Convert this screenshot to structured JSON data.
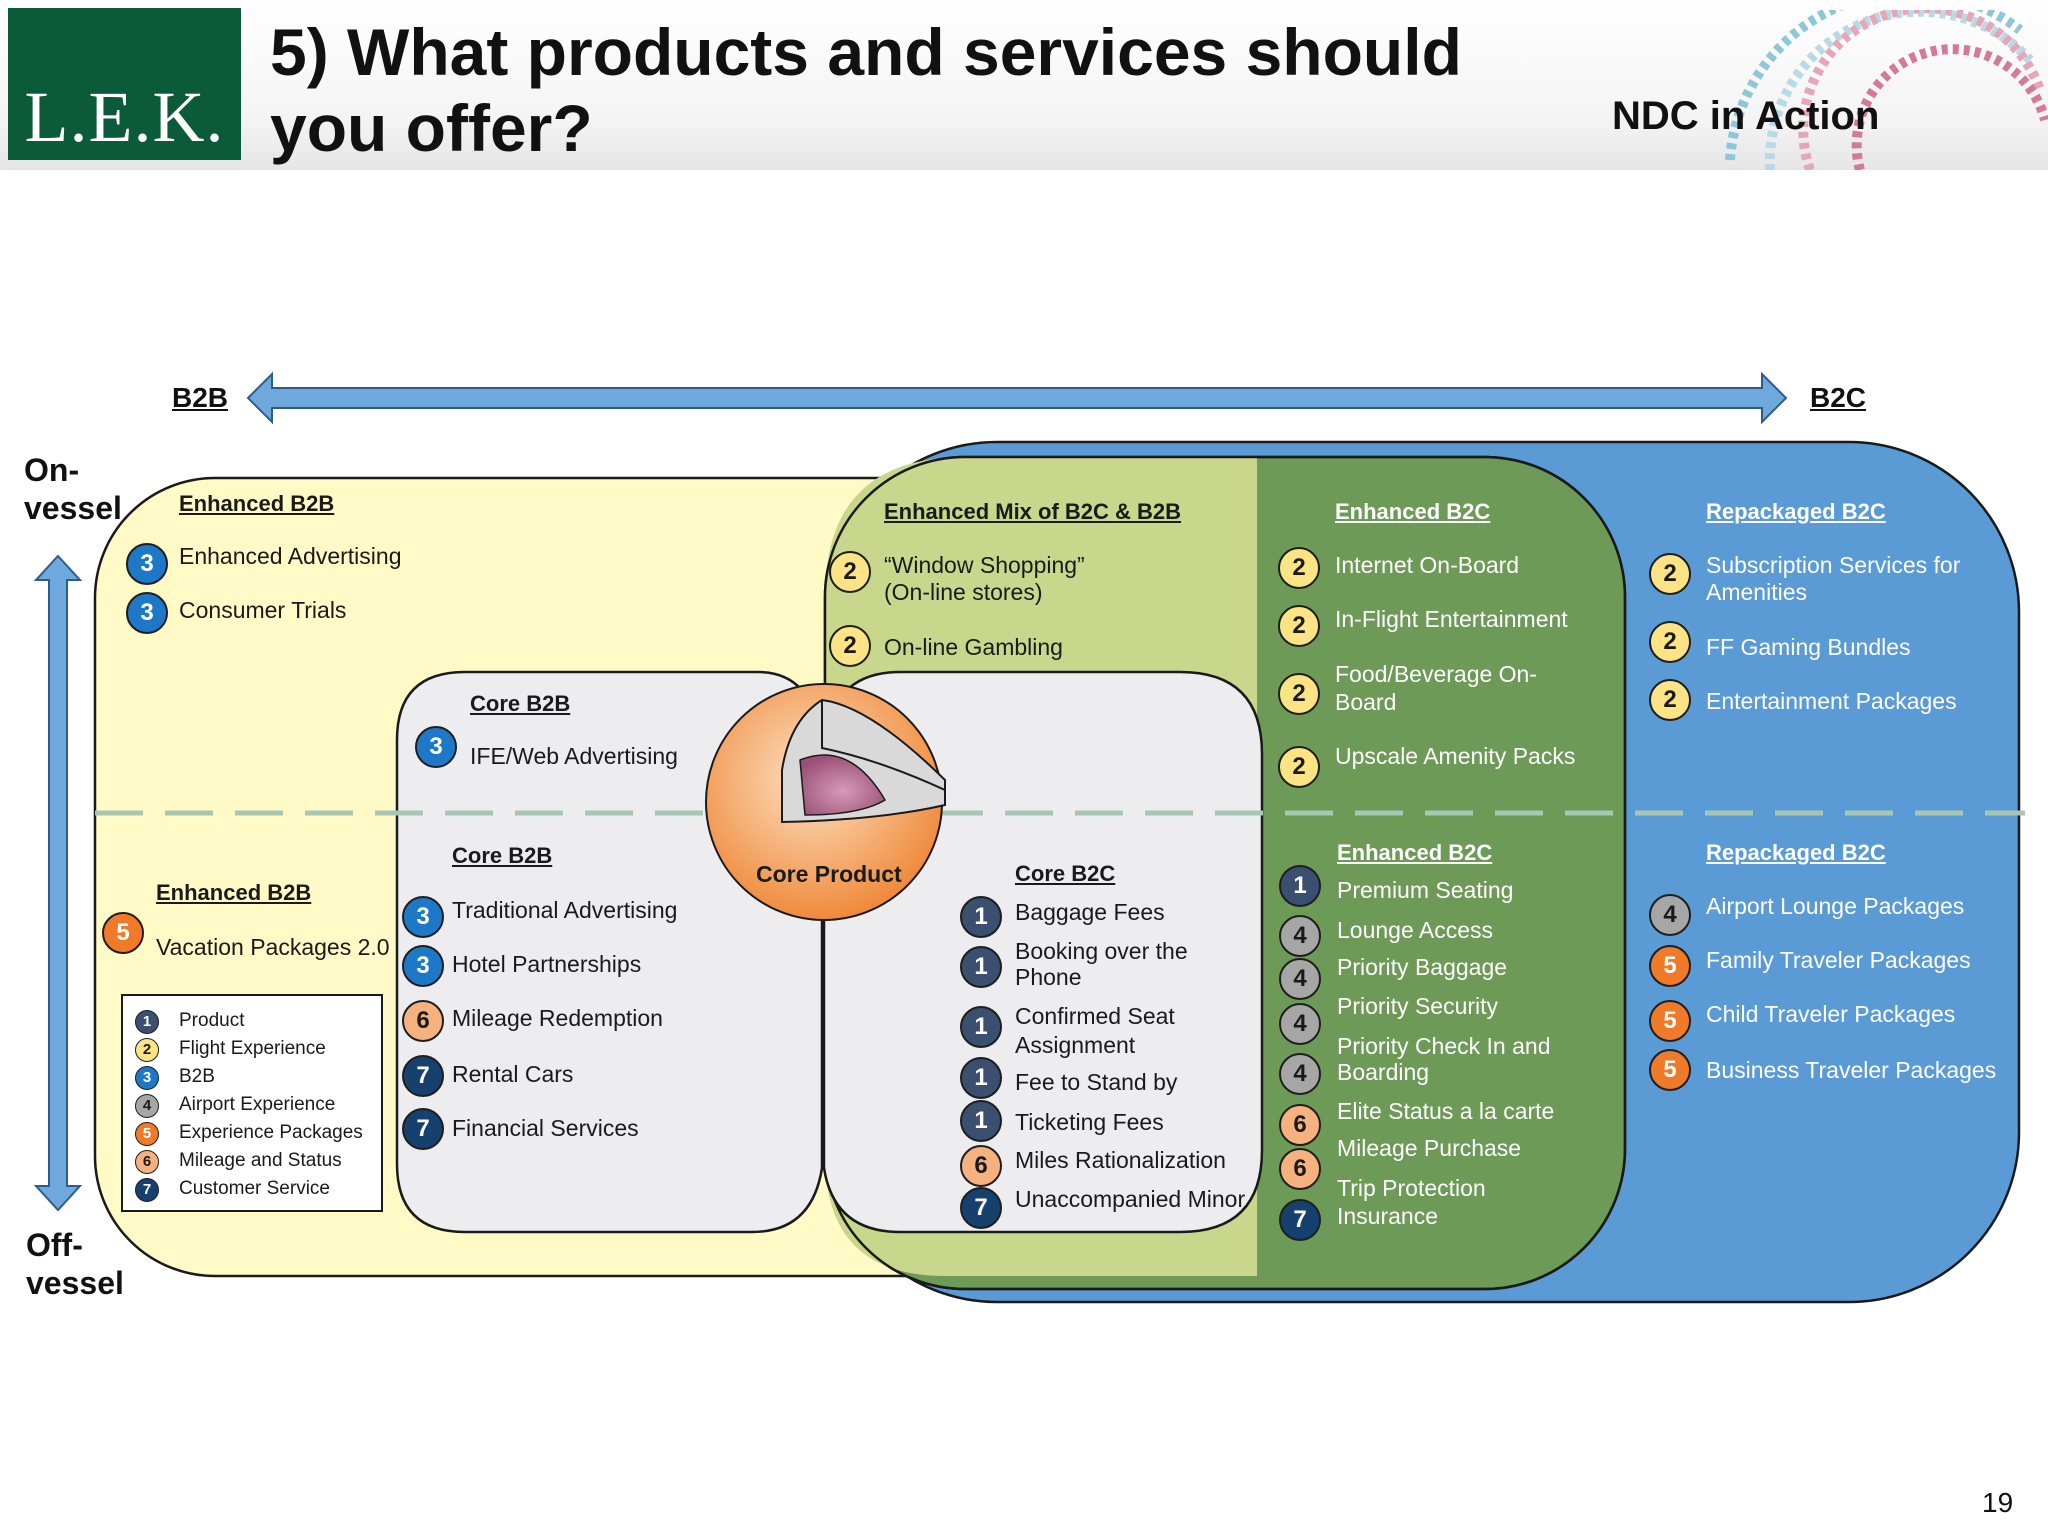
{
  "header": {
    "logo_text": "L.E.K.",
    "title_line1": "5) What products and services should",
    "title_line2": "you offer?",
    "subtitle": "NDC in Action"
  },
  "axes": {
    "left": "B2B",
    "right": "B2C",
    "top_line1": "On-",
    "top_line2": "vessel",
    "bottom_line1": "Off-",
    "bottom_line2": "vessel"
  },
  "core_product": "Core Product",
  "sections": {
    "enhanced_b2b_top": {
      "heading": "Enhanced B2B",
      "items": [
        {
          "badge": "3",
          "label": "Enhanced Advertising"
        },
        {
          "badge": "3",
          "label": "Consumer Trials"
        }
      ]
    },
    "enhanced_mix": {
      "heading": "Enhanced Mix of B2C & B2B",
      "items": [
        {
          "badge": "2",
          "label_line1": "“Window Shopping”",
          "label_line2": "(On-line stores)"
        },
        {
          "badge": "2",
          "label": "On-line Gambling"
        }
      ]
    },
    "enhanced_b2c_top": {
      "heading": "Enhanced B2C",
      "items": [
        {
          "badge": "2",
          "label": "Internet On-Board"
        },
        {
          "badge": "2",
          "label": "In-Flight Entertainment"
        },
        {
          "badge": "2",
          "label_line1": "Food/Beverage On-",
          "label_line2": "Board"
        },
        {
          "badge": "2",
          "label": "Upscale Amenity Packs"
        }
      ]
    },
    "repackaged_b2c_top": {
      "heading": "Repackaged B2C",
      "items": [
        {
          "badge": "2",
          "label_line1": "Subscription Services for",
          "label_line2": "Amenities"
        },
        {
          "badge": "2",
          "label": "FF Gaming Bundles"
        },
        {
          "badge": "2",
          "label": "Entertainment Packages"
        }
      ]
    },
    "core_b2b_top": {
      "heading": "Core B2B",
      "items": [
        {
          "badge": "3",
          "label": "IFE/Web Advertising"
        }
      ]
    },
    "enhanced_b2b_bottom": {
      "heading": "Enhanced B2B",
      "items": [
        {
          "badge": "5",
          "label": "Vacation Packages 2.0"
        }
      ]
    },
    "core_b2b_bottom": {
      "heading": "Core B2B",
      "items": [
        {
          "badge": "3",
          "label": "Traditional Advertising"
        },
        {
          "badge": "3",
          "label": "Hotel Partnerships"
        },
        {
          "badge": "6",
          "label": "Mileage Redemption"
        },
        {
          "badge": "7",
          "label": "Rental Cars"
        },
        {
          "badge": "7",
          "label": "Financial Services"
        }
      ]
    },
    "core_b2c": {
      "heading": "Core B2C",
      "items": [
        {
          "badge": "1",
          "label": "Baggage Fees"
        },
        {
          "badge": "1",
          "label_line1": "Booking over the",
          "label_line2": "Phone"
        },
        {
          "badge": "1",
          "label_line1": "Confirmed Seat",
          "label_line2": "Assignment"
        },
        {
          "badge": "1",
          "label": "Fee to Stand by"
        },
        {
          "badge": "1",
          "label": "Ticketing Fees"
        },
        {
          "badge": "6",
          "label": "Miles Rationalization"
        },
        {
          "badge": "7",
          "label": "Unaccompanied Minor"
        }
      ]
    },
    "enhanced_b2c_bottom": {
      "heading": "Enhanced B2C",
      "items": [
        {
          "badge": "1",
          "label": "Premium Seating"
        },
        {
          "badge": "4",
          "label": "Lounge Access"
        },
        {
          "badge": "4",
          "label": "Priority Baggage"
        },
        {
          "badge": "4",
          "label": "Priority Security"
        },
        {
          "badge": "4",
          "label_line1": "Priority Check In and",
          "label_line2": "Boarding"
        },
        {
          "badge": "6",
          "label": "Elite Status a la carte"
        },
        {
          "badge": "6",
          "label": "Mileage Purchase"
        },
        {
          "badge": "7",
          "label_line1": "Trip Protection",
          "label_line2": "Insurance"
        }
      ]
    },
    "repackaged_b2c_bottom": {
      "heading": "Repackaged B2C",
      "items": [
        {
          "badge": "4",
          "label": "Airport Lounge Packages"
        },
        {
          "badge": "5",
          "label": "Family Traveler Packages"
        },
        {
          "badge": "5",
          "label": "Child Traveler Packages"
        },
        {
          "badge": "5",
          "label": "Business Traveler Packages"
        }
      ]
    }
  },
  "legend": [
    {
      "num": "1",
      "label": "Product"
    },
    {
      "num": "2",
      "label": "Flight Experience"
    },
    {
      "num": "3",
      "label": "B2B"
    },
    {
      "num": "4",
      "label": "Airport Experience"
    },
    {
      "num": "5",
      "label": "Experience Packages"
    },
    {
      "num": "6",
      "label": "Mileage and Status"
    },
    {
      "num": "7",
      "label": "Customer Service"
    }
  ],
  "badge_colors": {
    "1": "#3b4f70",
    "2": "#fce484",
    "3": "#1e78c8",
    "4": "#a6a6a6",
    "5": "#f07a28",
    "6": "#f5b27e",
    "7": "#16406e"
  },
  "page_number": "19"
}
